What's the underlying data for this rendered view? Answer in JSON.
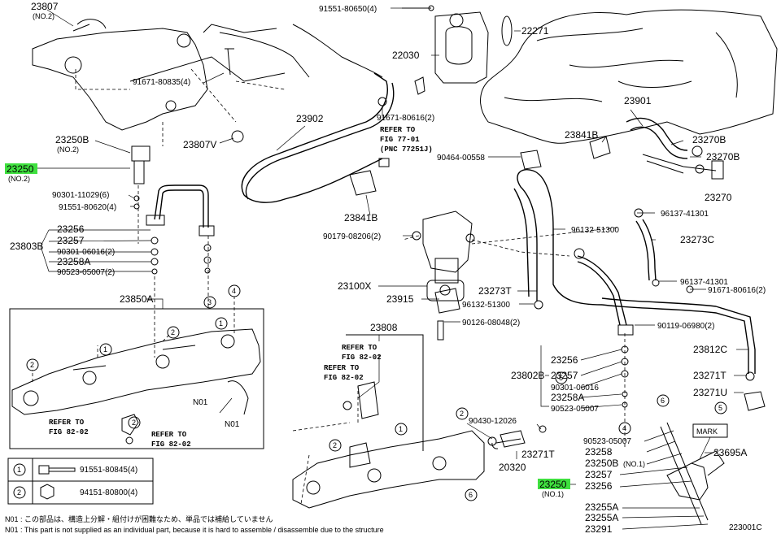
{
  "labels": {
    "p23807": "23807",
    "p23807_note": "(NO.2)",
    "p91551_80650": "91551-80650(4)",
    "p22271": "22271",
    "p22030": "22030",
    "p91671_80835": "91671-80835(4)",
    "p91671_80616a": "91671-80616(2)",
    "p23250b_top": "23250B",
    "p23250b_top_note": "(NO.2)",
    "p23250_left": "23250",
    "p23250_left_note": "(NO.2)",
    "p23807v": "23807V",
    "p23902": "23902",
    "refer_77": "REFER TO",
    "refer_77_fig": "FIG 77-01",
    "refer_77_pnc": "(PNC 77251J)",
    "p90301_11029": "90301-11029(6)",
    "p91551_80620": "91551-80620(4)",
    "p23256a": "23256",
    "p23257a": "23257",
    "p23803b": "23803B",
    "p90301_06016a": "90301-06016(2)",
    "p23258a": "23258A",
    "p90523_05007a": "90523-05007(2)",
    "p23841b_a": "23841B",
    "p90179_08206": "90179-08206(2)",
    "p23100x": "23100X",
    "p23915": "23915",
    "p90464_00558": "90464-00558",
    "p23841b_b": "23841B",
    "p23901": "23901",
    "p23270b_a": "23270B",
    "p23270b_b": "23270B",
    "p23270": "23270",
    "p96137_41301a": "96137-41301",
    "p96132_51300a": "96132-51300",
    "p23273c": "23273C",
    "p96137_41301b": "96137-41301",
    "p91671_80616b": "91671-80616(2)",
    "p23273t": "23273T",
    "p96132_51300b": "96132-51300",
    "p90126_08048": "90126-08048(2)",
    "p90119_06980": "90119-06980(2)",
    "p23812c": "23812C",
    "p23256b": "23256",
    "p23802b": "23802B",
    "p23257b": "23257",
    "p90301_06016b": "90301-06016",
    "p23258a_b": "23258A",
    "p90523_05007b": "90523-05007",
    "p23271t_a": "23271T",
    "p23271u": "23271U",
    "p23850a": "23850A",
    "p23808": "23808",
    "refer_82a_1": "REFER TO",
    "refer_82a_2": "FIG 82-02",
    "refer_82b_1": "REFER TO",
    "refer_82b_2": "FIG 82-02",
    "refer_82c_1": "REFER TO",
    "refer_82c_2": "FIG 82-02",
    "refer_82d_1": "REFER TO",
    "refer_82d_2": "FIG 82-02",
    "n01a": "N01",
    "n01b": "N01",
    "p90430_12026": "90430-12026",
    "p23271t_b": "23271T",
    "p20320": "20320",
    "mark": "MARK",
    "p23695a": "23695A",
    "p90523_05007c": "90523-05007",
    "p23258": "23258",
    "p23250b_r": "23250B",
    "p23250b_r_note": "(NO.1)",
    "p23257c": "23257",
    "p23256c": "23256",
    "p23250_right": "23250",
    "p23250_right_note": "(NO.1)",
    "p23255a_1": "23255A",
    "p23255a_2": "23255A",
    "p23291": "23291",
    "c1": "1",
    "c2": "2",
    "c3": "3",
    "c4": "4",
    "c5": "5",
    "c6": "6"
  },
  "legend": [
    {
      "num": "1",
      "part": "91551-80845(4)"
    },
    {
      "num": "2",
      "part": "94151-80800(4)"
    }
  ],
  "notes": {
    "jp": "N01 : この部品は、構造上分解・組付けが困難なため、単品では補給していません",
    "en": "N01 : This part is not supplied as an individual part, because it is hard to assemble / disassemble due to the structure"
  },
  "diagram_id": "223001C",
  "colors": {
    "highlight": "#3fe03f",
    "line": "#000000"
  }
}
